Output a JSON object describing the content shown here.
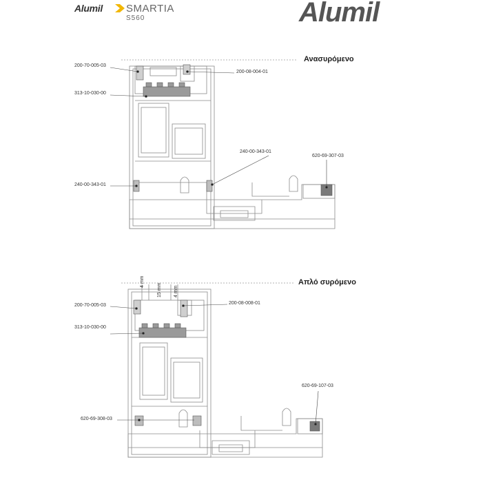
{
  "header": {
    "brand_small": "Alumil",
    "series_name": "SMARTIA",
    "series_code": "S560",
    "brand_large": "Alumil"
  },
  "colors": {
    "accent_yellow": "#f2b705",
    "line": "#8a8a8a",
    "gasket_fill": "#9a9a9a",
    "dark": "#222222"
  },
  "top_section": {
    "title": "Ανασυρόμενο",
    "labels": {
      "gasket_top_left": "200-70-005-03",
      "gasket_top_right": "200-08-004-01",
      "insulation": "313-10-030-00",
      "brush_left": "240-00-343-01",
      "brush_mid": "240-00-343-01",
      "end_profile": "620-69-307-03"
    }
  },
  "bottom_section": {
    "title": "Απλό συρόμενο",
    "labels": {
      "gasket_top_left": "200-70-005-03",
      "gasket_top_right": "200-08-008-01",
      "insulation": "313-10-030-00",
      "brush_left": "620-69-308-03",
      "end_profile": "620-69-107-03"
    },
    "dimensions": {
      "gap_left": "4 mm",
      "gap_middle": "15 mm",
      "gap_right": "4 mm"
    }
  }
}
